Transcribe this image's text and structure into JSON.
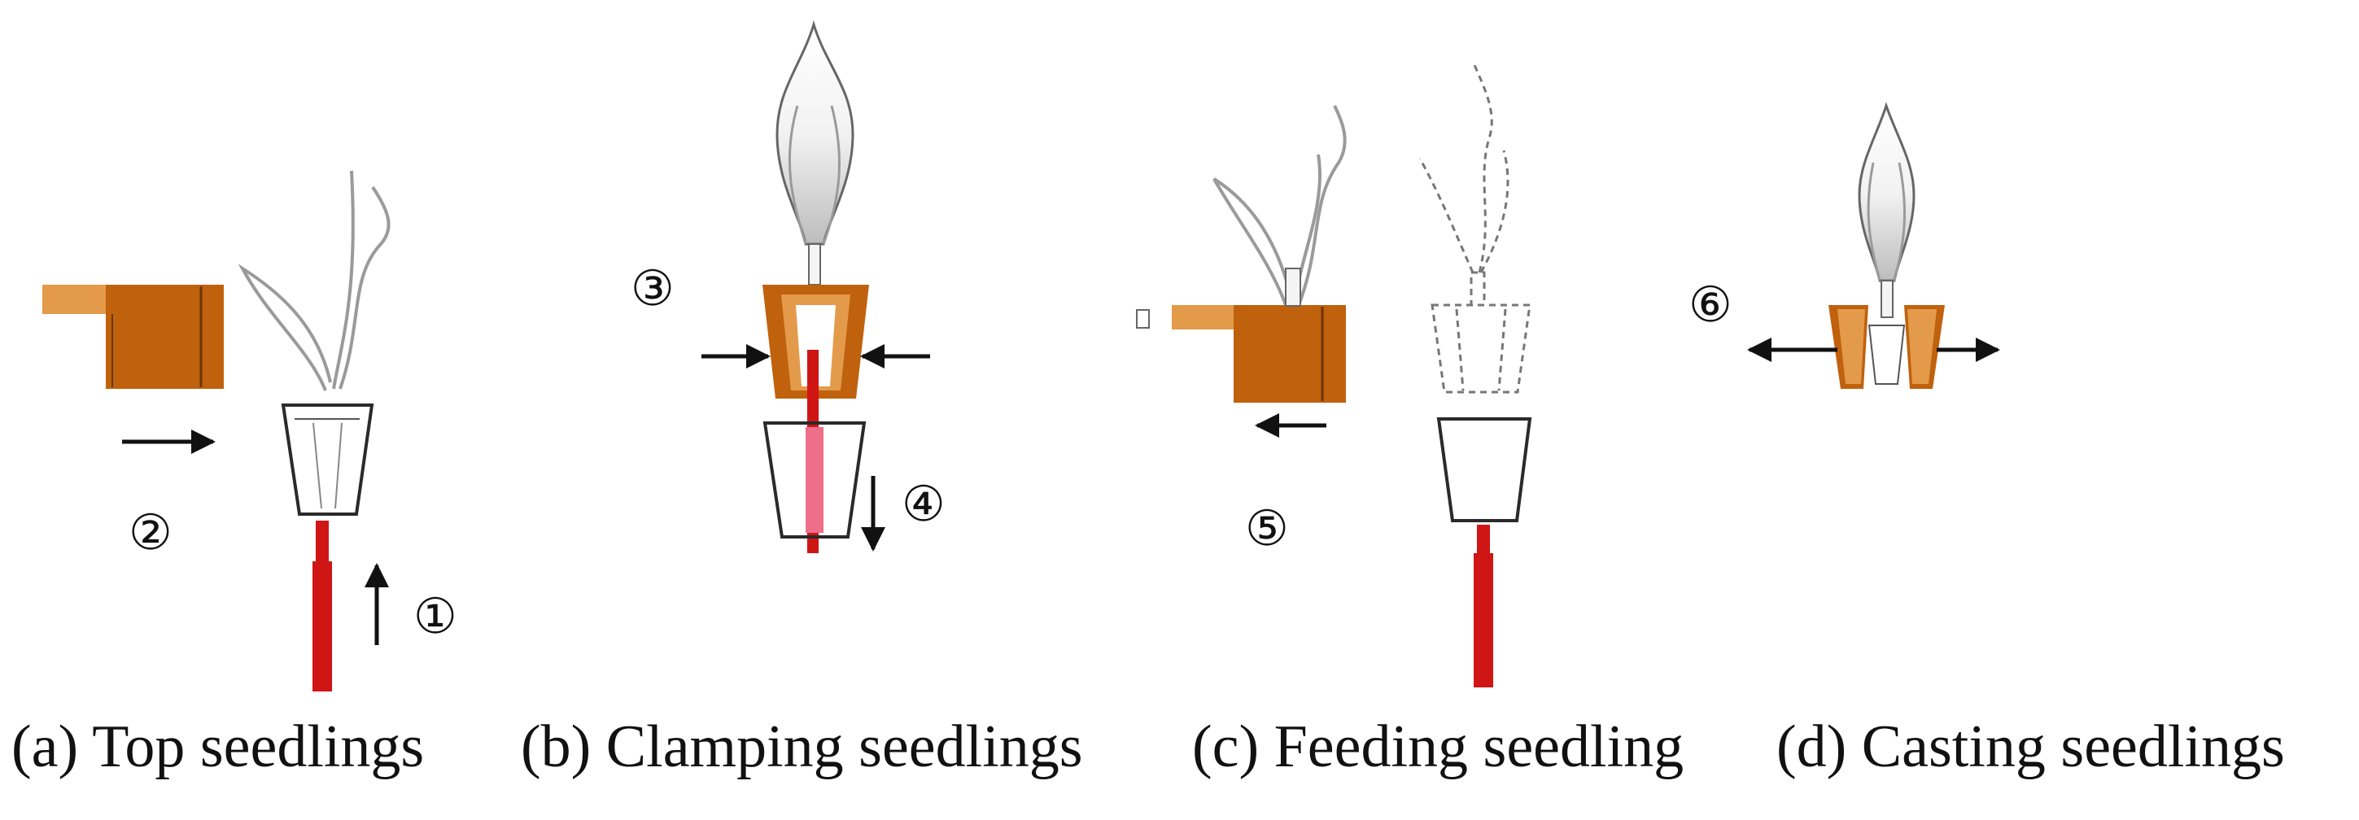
{
  "panels": [
    {
      "id": "a",
      "caption": "(a) Top seedlings"
    },
    {
      "id": "b",
      "caption": "(b) Clamping seedlings"
    },
    {
      "id": "c",
      "caption": "(c) Feeding seedling"
    },
    {
      "id": "d",
      "caption": "(d) Casting seedlings"
    }
  ],
  "steps": [
    "①",
    "②",
    "③",
    "④",
    "⑤",
    "⑥"
  ],
  "colors": {
    "block": "#c0610d",
    "block_light": "#e39a4a",
    "block_dark": "#8a420a",
    "pin": "#d01515",
    "pin_light": "#ef6e8a",
    "outline": "#2a2a2a",
    "leaf": "#9a9a9a",
    "background": "#ffffff"
  }
}
